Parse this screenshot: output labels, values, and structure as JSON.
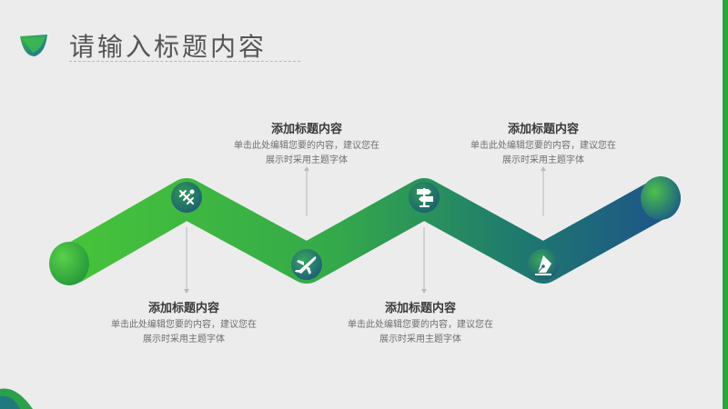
{
  "header": {
    "title": "请输入标题内容"
  },
  "steps": [
    {
      "title": "添加标题内容",
      "desc1": "单击此处编辑您要的内容，建议您在",
      "desc2": "展示时采用主题字体",
      "icon": "badminton-icon"
    },
    {
      "title": "添加标题内容",
      "desc1": "单击此处编辑您要的内容，建议您在",
      "desc2": "展示时采用主题字体",
      "icon": "airplane-icon"
    },
    {
      "title": "添加标题内容",
      "desc1": "单击此处编辑您要的内容，建议您在",
      "desc2": "展示时采用主题字体",
      "icon": "signpost-icon"
    },
    {
      "title": "添加标题内容",
      "desc1": "单击此处编辑您要的内容，建议您在",
      "desc2": "展示时采用主题字体",
      "icon": "pen-nib-icon"
    }
  ],
  "colors": {
    "green": "#3db83a",
    "blue": "#1e5a86",
    "title": "#555555"
  }
}
